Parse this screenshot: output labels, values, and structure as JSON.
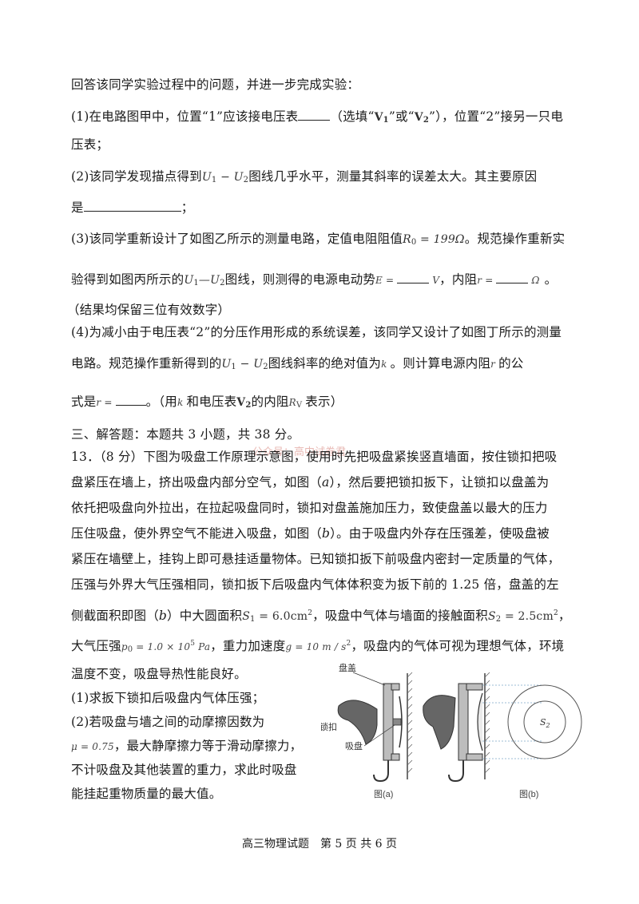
{
  "lines": {
    "l1": "回答该同学实验过程中的问题，并进一步完成实验：",
    "q1a": "(1)在电路图甲中，位置“1”应该接电压表",
    "q1b": "（选填“",
    "q1v1": "V",
    "q1v1s": "1",
    "q1c": "”或“",
    "q1v2": "V",
    "q1v2s": "2",
    "q1d": "”），位置“2”接另一只电",
    "q1e": "压表；",
    "q2a": "(2)该同学发现描点得到",
    "q2u": "U",
    "q2u1": "1",
    "q2m": " − ",
    "q2u2": "2",
    "q2b": "图线几乎水平，测量其斜率的误差太大。其主要原因",
    "q2c": "是",
    "q2d": "；",
    "q3a": "(3)该同学重新设计了如图乙所示的测量电路，定值电阻阻值",
    "q3r": "R",
    "q3r0": "0",
    "q3rv": " = 199Ω",
    "q3b": "。规范操作重新实",
    "q3c": "验得到如图丙所示的",
    "q3d": "图线，则测得的电源电动势",
    "q3e": "E =",
    "q3f": "V",
    "q3g": "，内阻",
    "q3h": "r =",
    "q3i": "Ω",
    "q3j": "。",
    "q3k": "（结果均保留三位有效数字）",
    "q4a": "(4)为减小由于电压表“2”的分压作用形成的系统误差，该同学又设计了如图丁所示的测量",
    "q4b": "电路。规范操作重新得到的",
    "q4c": "图线斜率的绝对值为",
    "q4k": "k",
    "q4d": "。则计算电源内阻",
    "q4r": "r",
    "q4e": "的公",
    "q4f": "式是",
    "q4g": "r =",
    "q4h": "。（用",
    "q4i": "和电压表",
    "q4j": "的内阻",
    "q4rv": "R",
    "q4rvs": "V",
    "q4l": "表示）",
    "sec3": "三、解答题：本题共 3 小题，共 38 分。",
    "wm": "公众号：高中试卷君",
    "p13a": "13．（8 分）下图为吸盘工作原理示意图，使用时先把吸盘紧挨竖直墙面，按住锁扣把吸",
    "p13b": "盘紧压在墙上，挤出吸盘内部分空气，如图（",
    "p13a_it": "a",
    "p13c": "），然后要把锁扣扳下，让锁扣以盘盖为",
    "p13d": "依托把吸盘向外拉出，在拉起吸盘同时，锁扣对盘盖施加压力，致使盘盖以最大的压力",
    "p13e": "压住吸盘，使外界空气不能进入吸盘，如图（",
    "p13b_it": "b",
    "p13f": "）。由于吸盘内外存在压强差，使吸盘被",
    "p13g": "紧压在墙壁上，挂钩上即可悬挂适量物体。已知锁扣扳下前吸盘内密封一定质量的气体，",
    "p13h": "压强与外界大气压强相同，锁扣扳下后吸盘内气体体积变为扳下前的 1.25 倍，盘盖的左",
    "p13i": "侧截面积即图（",
    "p13j": "）中大圆面积",
    "p13s1": "S",
    "p13s1s": "1",
    "p13s1v": " = 6.0cm",
    "p13k": "，吸盘中气体与墙面的接触面积",
    "p13s2": "S",
    "p13s2s": "2",
    "p13s2v": " = 2.5cm",
    "p13l": "，",
    "p13m": "大气压强",
    "p13p0": "p",
    "p13p0s": "0",
    "p13p0v": " = 1.0 × 10",
    "p13p0e": "5",
    "p13p0u": " Pa",
    "p13n": "，重力加速度",
    "p13gv": "g = 10 m / s",
    "p13o": "，吸盘内的气体可视为理想气体，环境",
    "p13p": "温度不变，吸盘导热性能良好。",
    "q13_1": "(1)求扳下锁扣后吸盘内气体压强；",
    "q13_2a": "(2)若吸盘与墙之间的动摩擦因数为",
    "q13_mu": "μ = 0.75",
    "q13_2b": "，最大静摩擦力等于滑动摩擦力，",
    "q13_2c": "不计吸盘及其他装置的重力，求此时吸盘",
    "q13_2d": "能挂起重物质量的最大值。",
    "sq": "2"
  },
  "figure": {
    "label_cover": "盘盖",
    "label_lock": "锁扣",
    "label_cup": "吸盘",
    "label_s2": "S",
    "label_s2_sub": "2",
    "caption_a": "图(a)",
    "caption_b": "图(b)"
  },
  "footer": "高三物理试题　第 5 页 共 6 页"
}
